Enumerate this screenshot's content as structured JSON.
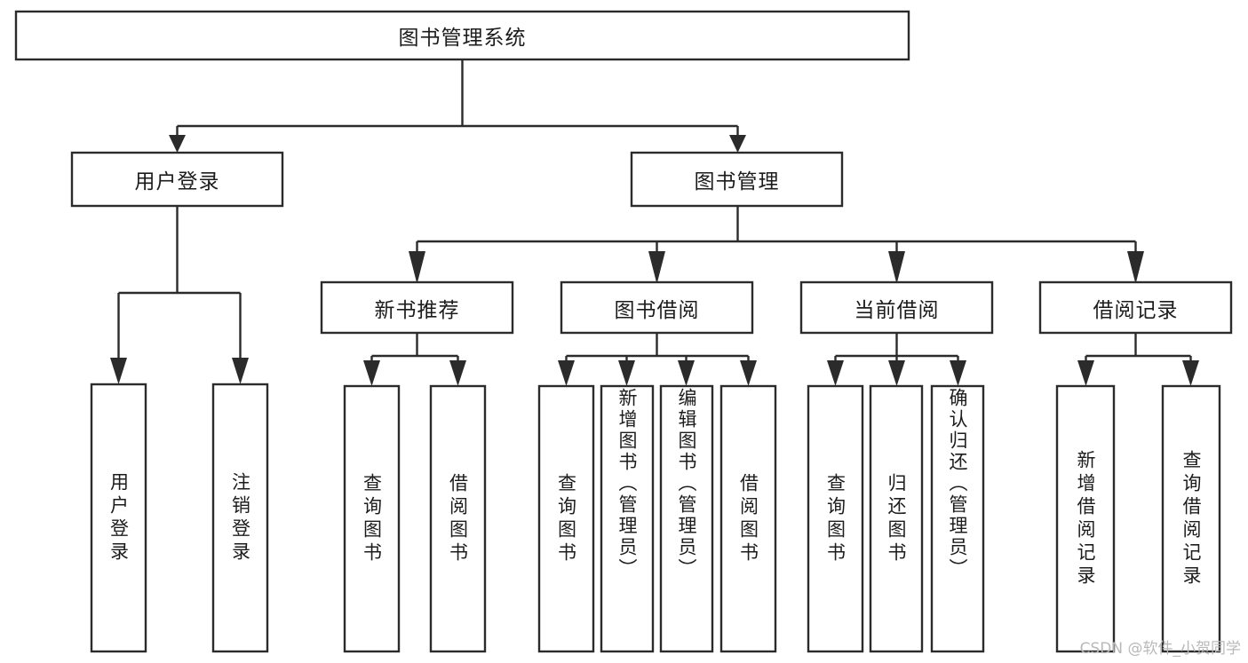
{
  "diagram": {
    "type": "tree-hierarchy-chart",
    "title": "图书管理系统",
    "orientation": "top-down",
    "colors": {
      "box_stroke": "#2b2b2b",
      "box_fill": "#ffffff",
      "connector": "#2b2b2b",
      "text": "#1c1c1c",
      "background": "#ffffff",
      "watermark": "#b9b9b9"
    },
    "levels": [
      {
        "level": 1,
        "nodes": [
          {
            "id": "root",
            "label": "图书管理系统",
            "orientation": "horizontal"
          }
        ]
      },
      {
        "level": 2,
        "nodes": [
          {
            "id": "login",
            "label": "用户登录",
            "orientation": "horizontal",
            "parent": "root"
          },
          {
            "id": "bookmgmt",
            "label": "图书管理",
            "orientation": "horizontal",
            "parent": "root"
          }
        ]
      },
      {
        "level": 3,
        "nodes": [
          {
            "id": "newbook",
            "label": "新书推荐",
            "orientation": "horizontal",
            "parent": "bookmgmt"
          },
          {
            "id": "borrow",
            "label": "图书借阅",
            "orientation": "horizontal",
            "parent": "bookmgmt"
          },
          {
            "id": "current",
            "label": "当前借阅",
            "orientation": "horizontal",
            "parent": "bookmgmt"
          },
          {
            "id": "records",
            "label": "借阅记录",
            "orientation": "horizontal",
            "parent": "bookmgmt"
          }
        ]
      },
      {
        "level": 4,
        "nodes": [
          {
            "id": "leaf-user-login",
            "label": "用户登录",
            "orientation": "vertical",
            "parent": "login"
          },
          {
            "id": "leaf-user-logout",
            "label": "注销登录",
            "orientation": "vertical",
            "parent": "login"
          },
          {
            "id": "leaf-query-book-1",
            "label": "查询图书",
            "orientation": "vertical",
            "parent": "newbook"
          },
          {
            "id": "leaf-borrow-book-1",
            "label": "借阅图书",
            "orientation": "vertical",
            "parent": "newbook"
          },
          {
            "id": "leaf-query-book-2",
            "label": "查询图书",
            "orientation": "vertical",
            "parent": "borrow"
          },
          {
            "id": "leaf-add-book",
            "label": "新增图书（管理员）",
            "orientation": "vertical",
            "parent": "borrow"
          },
          {
            "id": "leaf-edit-book",
            "label": "编辑图书（管理员）",
            "orientation": "vertical",
            "parent": "borrow"
          },
          {
            "id": "leaf-borrow-book-2",
            "label": "借阅图书",
            "orientation": "vertical",
            "parent": "borrow"
          },
          {
            "id": "leaf-query-book-3",
            "label": "查询图书",
            "orientation": "vertical",
            "parent": "current"
          },
          {
            "id": "leaf-return-book",
            "label": "归还图书",
            "orientation": "vertical",
            "parent": "current"
          },
          {
            "id": "leaf-confirm-return",
            "label": "确认归还（管理员）",
            "orientation": "vertical",
            "parent": "current"
          },
          {
            "id": "leaf-add-record",
            "label": "新增借阅记录",
            "orientation": "vertical",
            "parent": "records"
          },
          {
            "id": "leaf-query-record",
            "label": "查询借阅记录",
            "orientation": "vertical",
            "parent": "records"
          }
        ]
      }
    ]
  },
  "watermark": {
    "text": "CSDN @软件_小贺同学"
  }
}
